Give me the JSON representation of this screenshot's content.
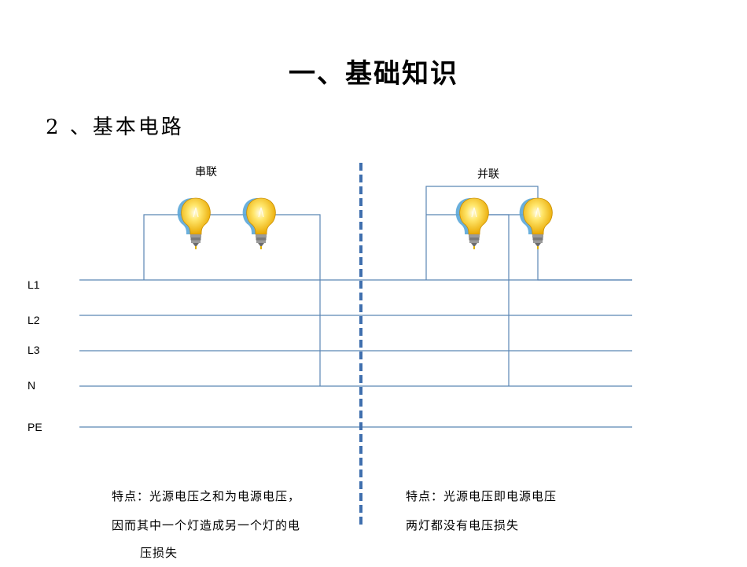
{
  "title": "一、基础知识",
  "subtitle": "2 、基本电路",
  "lines": {
    "l1": "L1",
    "l2": "L2",
    "l3": "L3",
    "n": "N",
    "pe": "PE"
  },
  "series_circuit": {
    "label": "串联",
    "note_line1": "特点：光源电压之和为电源电压，",
    "note_line2": "因而其中一个灯造成另一个灯的电",
    "note_line3": "压损失"
  },
  "parallel_circuit": {
    "label": "并联",
    "note_line1": "特点：光源电压即电源电压",
    "note_line2": "两灯都没有电压损失"
  },
  "colors": {
    "wire": "#5b86b5",
    "divider": "#3f6fae",
    "bulb_glass": "#f6c81a",
    "bulb_shadow": "#5aa6d8",
    "bulb_base": "#8a8a8a"
  }
}
